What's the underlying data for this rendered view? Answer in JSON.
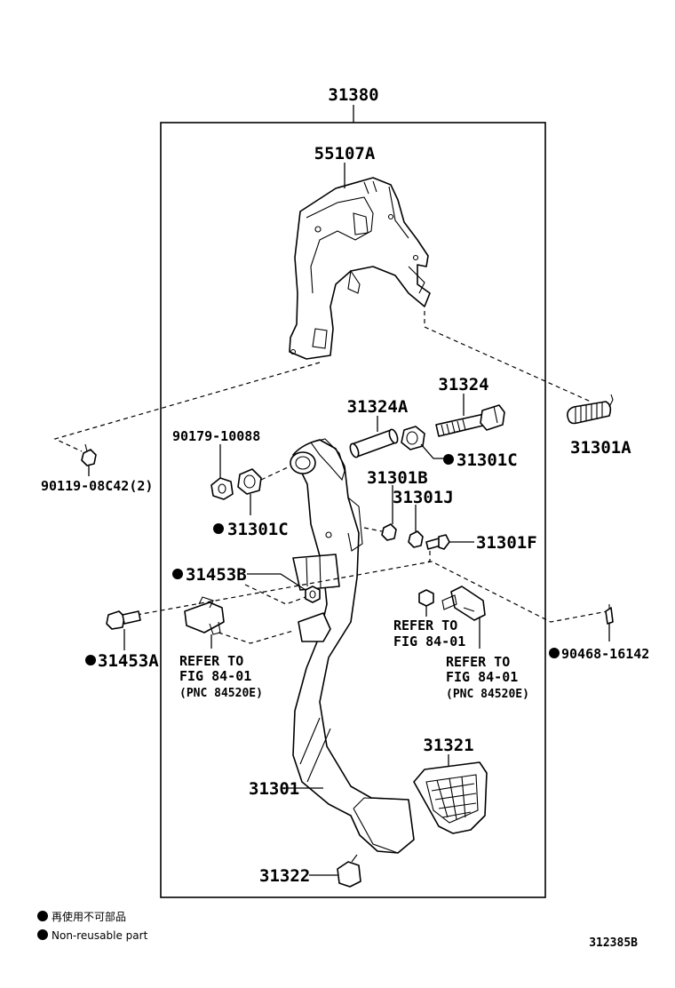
{
  "diagram": {
    "assembly_number": "31380",
    "figure_code": "312385B",
    "labels": {
      "support": "55107A",
      "bolt_31324": "31324",
      "pin_31324A": "31324A",
      "spring_31301A": "31301A",
      "bushing_right": "31301C",
      "bushing_left": "31301C",
      "part_90179": "90179-10088",
      "bolt_90119": "90119-08C42(2)",
      "stopper_31301B": "31301B",
      "part_31301J": "31301J",
      "bolt_31301F": "31301F",
      "nut_31453B": "31453B",
      "bolt_31453A": "31453A",
      "clip_90468": "90468-16142",
      "pad_31321": "31321",
      "pedal_31301": "31301",
      "cushion_31322": "31322"
    },
    "refer_left": {
      "line1": "REFER TO",
      "line2": "FIG 84-01",
      "line3": "(PNC 84520E)"
    },
    "refer_mid": {
      "line1": "REFER TO",
      "line2": "FIG 84-01"
    },
    "refer_right": {
      "line1": "REFER TO",
      "line2": "FIG 84-01",
      "line3": "(PNC 84520E)"
    }
  },
  "legend": {
    "japanese": "再使用不可部品",
    "english": "Non-reusable part"
  }
}
